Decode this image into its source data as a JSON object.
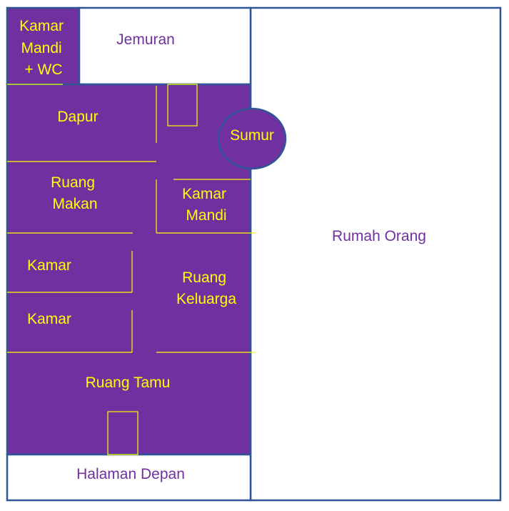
{
  "colors": {
    "room_fill": "#7030a0",
    "outline": "#2f5597",
    "wall_line": "#ffff00",
    "room_text": "#ffff00",
    "outside_text": "#7030a0"
  },
  "rooms": {
    "kamar_mandi_wc": [
      "Kamar",
      "Mandi",
      "+ WC"
    ],
    "jemuran": [
      "Jemuran"
    ],
    "dapur": [
      "Dapur"
    ],
    "sumur": [
      "Sumur"
    ],
    "ruang_makan": [
      "Ruang",
      "Makan"
    ],
    "kamar_mandi": [
      "Kamar",
      "Mandi"
    ],
    "kamar_1": [
      "Kamar"
    ],
    "kamar_2": [
      "Kamar"
    ],
    "ruang_keluarga": [
      "Ruang",
      "Keluarga"
    ],
    "ruang_tamu": [
      "Ruang Tamu"
    ],
    "halaman_depan": [
      "Halaman Depan"
    ],
    "rumah_orang": [
      "Rumah Orang"
    ]
  }
}
